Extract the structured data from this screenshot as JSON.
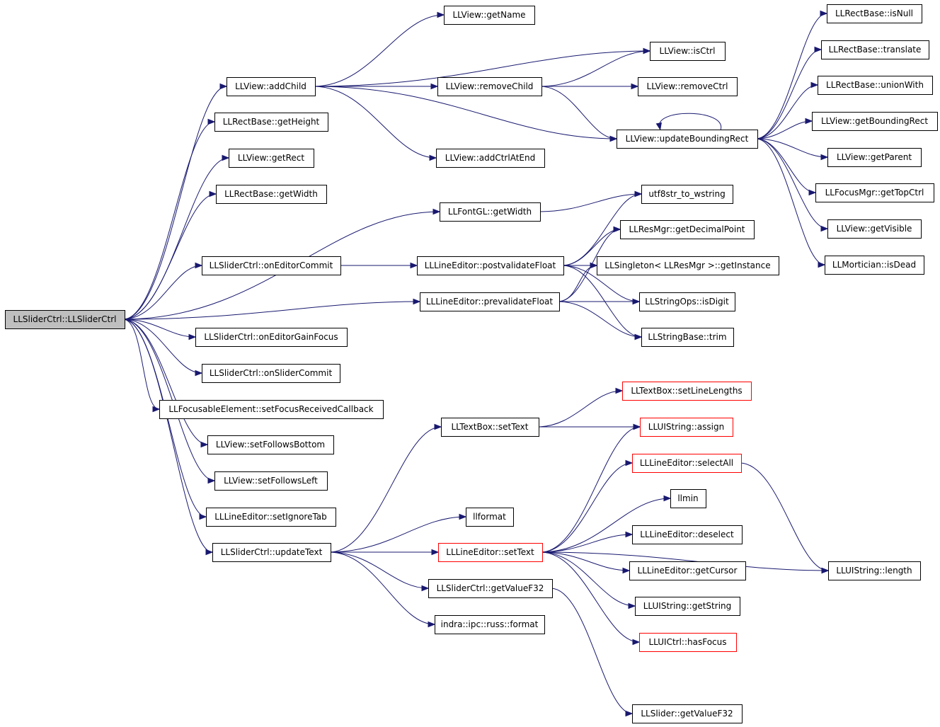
{
  "colors": {
    "edge": "#191970",
    "root_fill": "#bfbfbf",
    "node_border": "#000000",
    "truncated_border": "#ff0000"
  },
  "nodes": [
    {
      "id": "root",
      "label": "LLSliderCtrl::LLSliderCtrl",
      "style": "root"
    },
    {
      "id": "addChild",
      "label": "LLView::addChild",
      "style": "normal"
    },
    {
      "id": "getHeight",
      "label": "LLRectBase::getHeight",
      "style": "normal"
    },
    {
      "id": "getRect",
      "label": "LLView::getRect",
      "style": "normal"
    },
    {
      "id": "rbGetWidth",
      "label": "LLRectBase::getWidth",
      "style": "normal"
    },
    {
      "id": "fontGetWidth",
      "label": "LLFontGL::getWidth",
      "style": "normal"
    },
    {
      "id": "onEditorCommit",
      "label": "LLSliderCtrl::onEditorCommit",
      "style": "normal"
    },
    {
      "id": "prevalidate",
      "label": "LLLineEditor::prevalidateFloat",
      "style": "normal"
    },
    {
      "id": "onEditorGainFocus",
      "label": "LLSliderCtrl::onEditorGainFocus",
      "style": "normal"
    },
    {
      "id": "onSliderCommit",
      "label": "LLSliderCtrl::onSliderCommit",
      "style": "normal"
    },
    {
      "id": "setFocusCb",
      "label": "LLFocusableElement::setFocusReceivedCallback",
      "style": "normal"
    },
    {
      "id": "setFollowsBottom",
      "label": "LLView::setFollowsBottom",
      "style": "normal"
    },
    {
      "id": "setFollowsLeft",
      "label": "LLView::setFollowsLeft",
      "style": "normal"
    },
    {
      "id": "setIgnoreTab",
      "label": "LLLineEditor::setIgnoreTab",
      "style": "normal"
    },
    {
      "id": "updateText",
      "label": "LLSliderCtrl::updateText",
      "style": "normal"
    },
    {
      "id": "getName",
      "label": "LLView::getName",
      "style": "normal"
    },
    {
      "id": "isCtrl",
      "label": "LLView::isCtrl",
      "style": "normal"
    },
    {
      "id": "removeChild",
      "label": "LLView::removeChild",
      "style": "normal"
    },
    {
      "id": "removeCtrl",
      "label": "LLView::removeCtrl",
      "style": "normal"
    },
    {
      "id": "addCtrlAtEnd",
      "label": "LLView::addCtrlAtEnd",
      "style": "normal"
    },
    {
      "id": "updateBR",
      "label": "LLView::updateBoundingRect",
      "style": "normal"
    },
    {
      "id": "isNull",
      "label": "LLRectBase::isNull",
      "style": "normal"
    },
    {
      "id": "translate",
      "label": "LLRectBase::translate",
      "style": "normal"
    },
    {
      "id": "unionWith",
      "label": "LLRectBase::unionWith",
      "style": "normal"
    },
    {
      "id": "getBoundingRect",
      "label": "LLView::getBoundingRect",
      "style": "normal"
    },
    {
      "id": "getParent",
      "label": "LLView::getParent",
      "style": "normal"
    },
    {
      "id": "getTopCtrl",
      "label": "LLFocusMgr::getTopCtrl",
      "style": "normal"
    },
    {
      "id": "getVisible",
      "label": "LLView::getVisible",
      "style": "normal"
    },
    {
      "id": "isDead",
      "label": "LLMortician::isDead",
      "style": "normal"
    },
    {
      "id": "utf8",
      "label": "utf8str_to_wstring",
      "style": "normal"
    },
    {
      "id": "postvalidate",
      "label": "LLLineEditor::postvalidateFloat",
      "style": "normal"
    },
    {
      "id": "getDecimalPoint",
      "label": "LLResMgr::getDecimalPoint",
      "style": "normal"
    },
    {
      "id": "getInstance",
      "label": "LLSingleton< LLResMgr >::getInstance",
      "style": "normal"
    },
    {
      "id": "isDigit",
      "label": "LLStringOps::isDigit",
      "style": "normal"
    },
    {
      "id": "trim",
      "label": "LLStringBase::trim",
      "style": "normal"
    },
    {
      "id": "tbSetText",
      "label": "LLTextBox::setText",
      "style": "normal"
    },
    {
      "id": "setLineLengths",
      "label": "LLTextBox::setLineLengths",
      "style": "truncated"
    },
    {
      "id": "assign",
      "label": "LLUIString::assign",
      "style": "truncated"
    },
    {
      "id": "llformat",
      "label": "llformat",
      "style": "normal"
    },
    {
      "id": "leSetText",
      "label": "LLLineEditor::setText",
      "style": "truncated"
    },
    {
      "id": "selectAll",
      "label": "LLLineEditor::selectAll",
      "style": "truncated"
    },
    {
      "id": "llmin",
      "label": "llmin",
      "style": "normal"
    },
    {
      "id": "deselect",
      "label": "LLLineEditor::deselect",
      "style": "normal"
    },
    {
      "id": "getCursor",
      "label": "LLLineEditor::getCursor",
      "style": "normal"
    },
    {
      "id": "getString",
      "label": "LLUIString::getString",
      "style": "normal"
    },
    {
      "id": "hasFocus",
      "label": "LLUICtrl::hasFocus",
      "style": "truncated"
    },
    {
      "id": "length",
      "label": "LLUIString::length",
      "style": "normal"
    },
    {
      "id": "scGetValue",
      "label": "LLSliderCtrl::getValueF32",
      "style": "normal"
    },
    {
      "id": "russFormat",
      "label": "indra::ipc::russ::format",
      "style": "normal"
    },
    {
      "id": "slGetValue",
      "label": "LLSlider::getValueF32",
      "style": "normal"
    }
  ],
  "edges": [
    [
      "root",
      "addChild"
    ],
    [
      "root",
      "getHeight"
    ],
    [
      "root",
      "getRect"
    ],
    [
      "root",
      "rbGetWidth"
    ],
    [
      "root",
      "fontGetWidth"
    ],
    [
      "root",
      "onEditorCommit"
    ],
    [
      "root",
      "prevalidate"
    ],
    [
      "root",
      "onEditorGainFocus"
    ],
    [
      "root",
      "onSliderCommit"
    ],
    [
      "root",
      "setFocusCb"
    ],
    [
      "root",
      "setFollowsBottom"
    ],
    [
      "root",
      "setFollowsLeft"
    ],
    [
      "root",
      "setIgnoreTab"
    ],
    [
      "root",
      "updateText"
    ],
    [
      "addChild",
      "getName"
    ],
    [
      "addChild",
      "isCtrl"
    ],
    [
      "addChild",
      "removeChild"
    ],
    [
      "addChild",
      "addCtrlAtEnd"
    ],
    [
      "addChild",
      "updateBR"
    ],
    [
      "removeChild",
      "isCtrl"
    ],
    [
      "removeChild",
      "removeCtrl"
    ],
    [
      "removeChild",
      "updateBR"
    ],
    [
      "updateBR",
      "updateBR"
    ],
    [
      "updateBR",
      "isNull"
    ],
    [
      "updateBR",
      "translate"
    ],
    [
      "updateBR",
      "unionWith"
    ],
    [
      "updateBR",
      "getBoundingRect"
    ],
    [
      "updateBR",
      "getParent"
    ],
    [
      "updateBR",
      "getTopCtrl"
    ],
    [
      "updateBR",
      "getVisible"
    ],
    [
      "updateBR",
      "isDead"
    ],
    [
      "fontGetWidth",
      "utf8"
    ],
    [
      "onEditorCommit",
      "postvalidate"
    ],
    [
      "postvalidate",
      "utf8"
    ],
    [
      "postvalidate",
      "getDecimalPoint"
    ],
    [
      "postvalidate",
      "getInstance"
    ],
    [
      "postvalidate",
      "isDigit"
    ],
    [
      "postvalidate",
      "trim"
    ],
    [
      "prevalidate",
      "getDecimalPoint"
    ],
    [
      "prevalidate",
      "getInstance"
    ],
    [
      "prevalidate",
      "isDigit"
    ],
    [
      "prevalidate",
      "trim"
    ],
    [
      "updateText",
      "tbSetText"
    ],
    [
      "updateText",
      "llformat"
    ],
    [
      "updateText",
      "leSetText"
    ],
    [
      "updateText",
      "scGetValue"
    ],
    [
      "updateText",
      "russFormat"
    ],
    [
      "tbSetText",
      "setLineLengths"
    ],
    [
      "tbSetText",
      "assign"
    ],
    [
      "leSetText",
      "assign"
    ],
    [
      "leSetText",
      "selectAll"
    ],
    [
      "leSetText",
      "llmin"
    ],
    [
      "leSetText",
      "deselect"
    ],
    [
      "leSetText",
      "getCursor"
    ],
    [
      "leSetText",
      "getString"
    ],
    [
      "leSetText",
      "hasFocus"
    ],
    [
      "leSetText",
      "length"
    ],
    [
      "selectAll",
      "length"
    ],
    [
      "scGetValue",
      "slGetValue"
    ]
  ]
}
